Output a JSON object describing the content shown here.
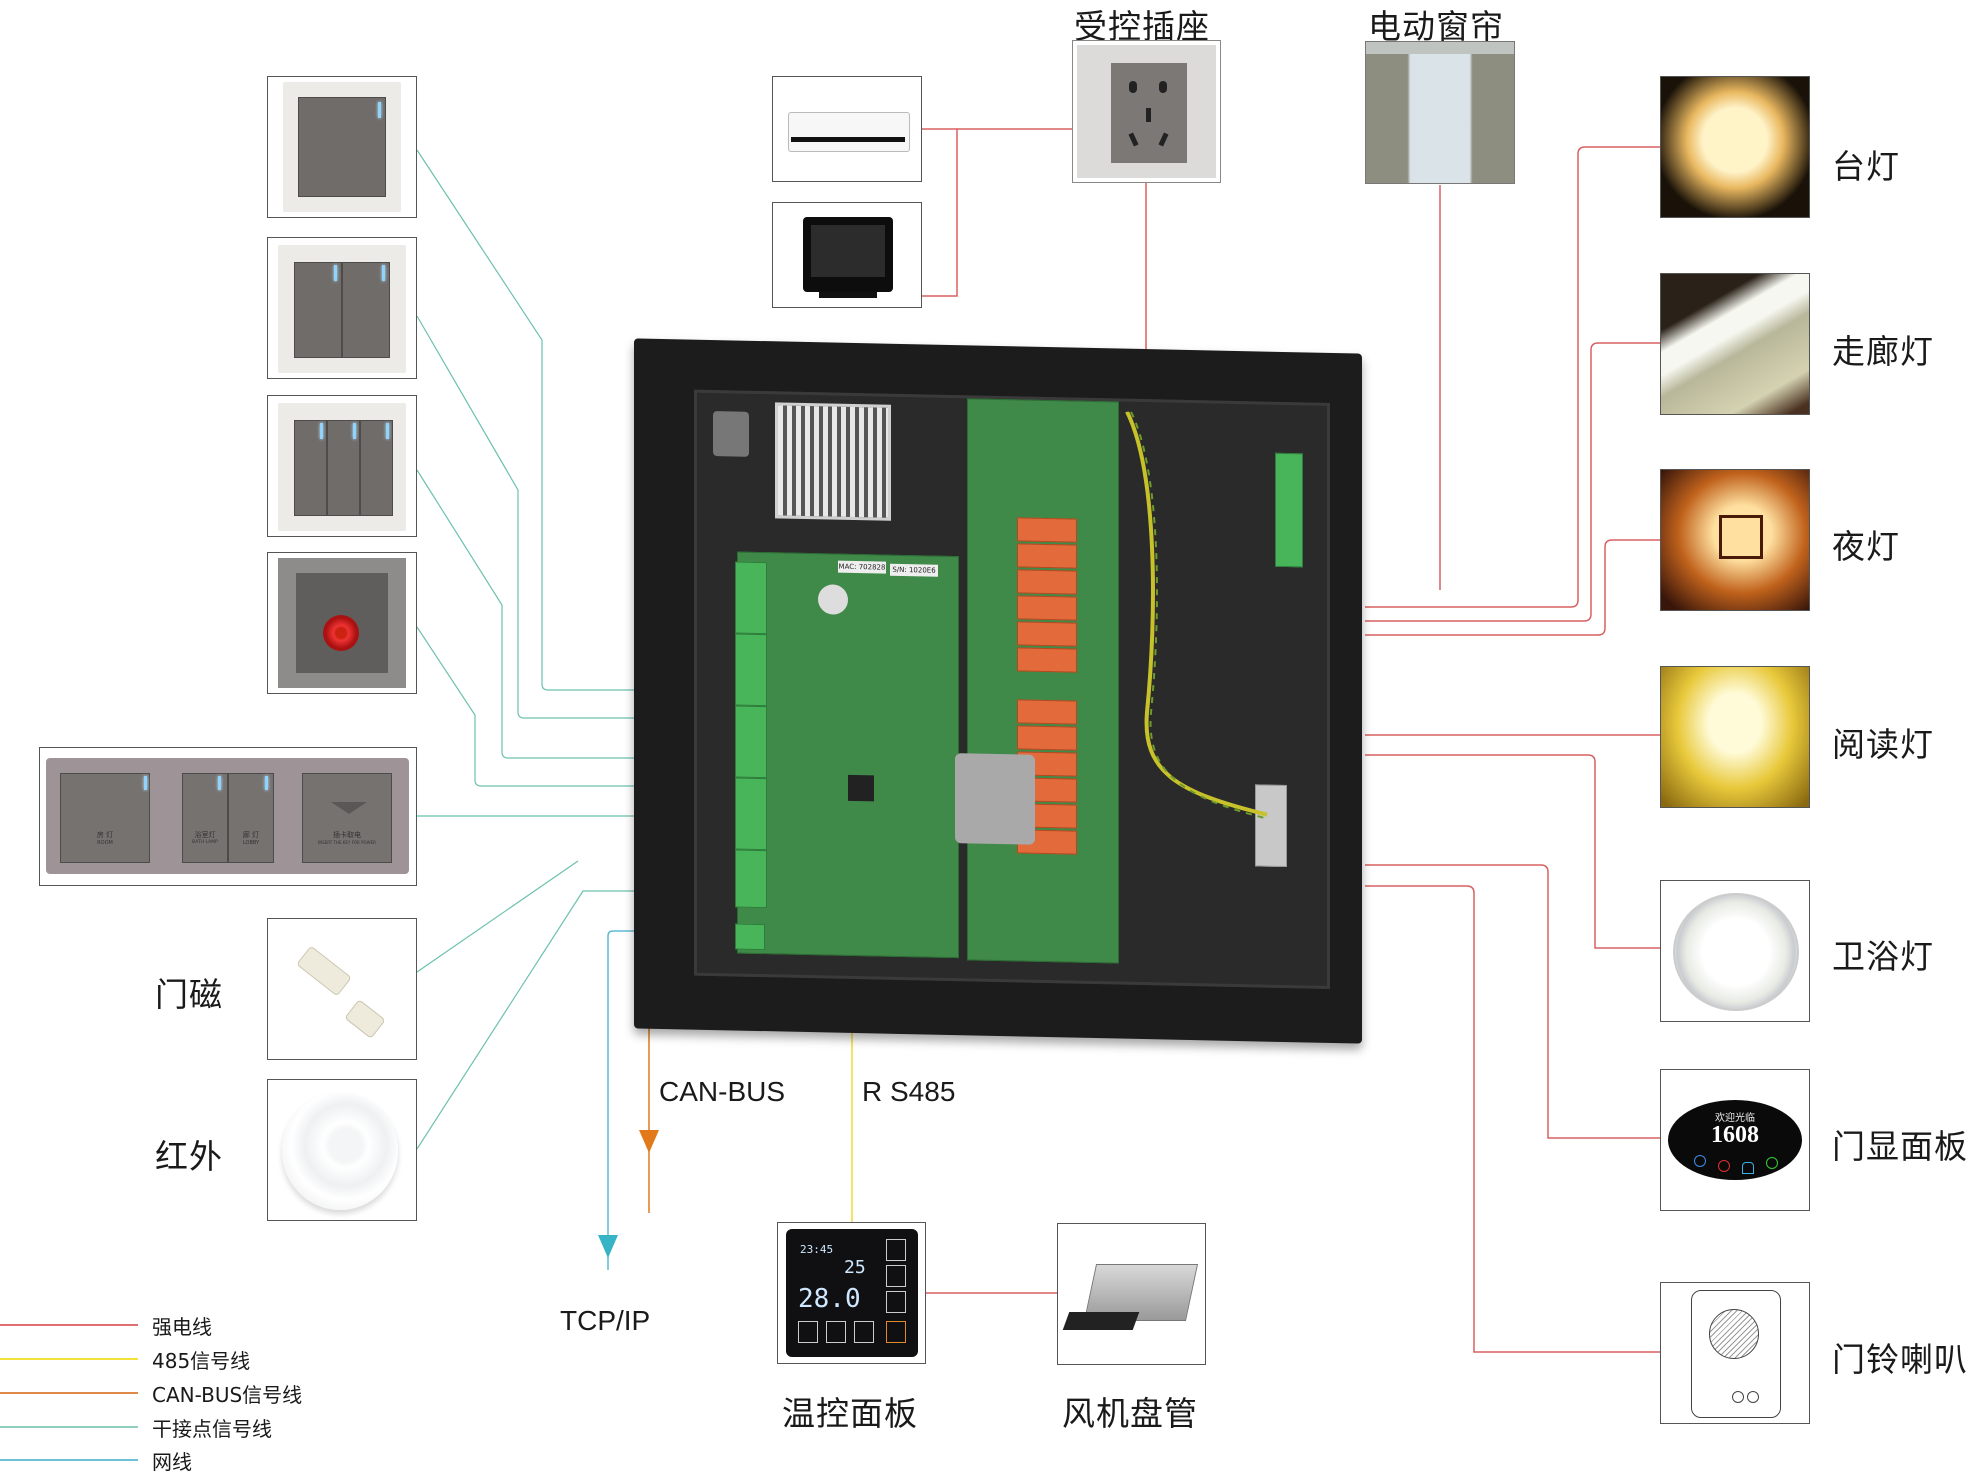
{
  "top_devices": {
    "socket_label": "受控插座",
    "curtain_label": "电动窗帘"
  },
  "right_devices": [
    {
      "label": "台灯"
    },
    {
      "label": "走廊灯"
    },
    {
      "label": "夜灯"
    },
    {
      "label": "阅读灯"
    },
    {
      "label": "卫浴灯"
    },
    {
      "label": "门显面板"
    },
    {
      "label": "门铃喇叭"
    }
  ],
  "left_devices": {
    "door_magnet_label": "门磁",
    "infrared_label": "红外"
  },
  "door_panel": {
    "greeting": "欢迎光临",
    "room_number": "1608"
  },
  "key_panel": {
    "room_cn": "房 灯",
    "room_en": "ROOM",
    "bath_cn": "浴室灯",
    "bath_en": "BATH LAMP",
    "lobby_cn": "廊 灯",
    "lobby_en": "LOBBY",
    "card_cn": "插卡取电",
    "card_en": "INSERT THE KEY FOR POWER"
  },
  "controller": {
    "mac_label": "MAC: 702828",
    "sn_label": "S/N: 1020E6"
  },
  "bus_labels": {
    "canbus": "CAN-BUS",
    "rs485": "R S485",
    "tcpip": "TCP/IP"
  },
  "bottom_devices": {
    "thermostat_label": "温控面板",
    "fancoil_label": "风机盘管",
    "thermostat_screen": {
      "clock": "23:45",
      "set_temp": "25",
      "room_temp": "28.0"
    }
  },
  "legend": [
    {
      "label": "强电线",
      "color": "#e07070"
    },
    {
      "label": "485信号线",
      "color": "#f2e23a"
    },
    {
      "label": "CAN-BUS信号线",
      "color": "#e08a4a"
    },
    {
      "label": "干接点信号线",
      "color": "#8fcfc0"
    },
    {
      "label": "网线",
      "color": "#6cc3d8"
    }
  ],
  "colors": {
    "power_line": "#d86060",
    "rs485_line": "#f0dc30",
    "canbus_line": "#e07a20",
    "dry_contact_line": "#6cc0ae",
    "network_line": "#5fbcd3"
  }
}
